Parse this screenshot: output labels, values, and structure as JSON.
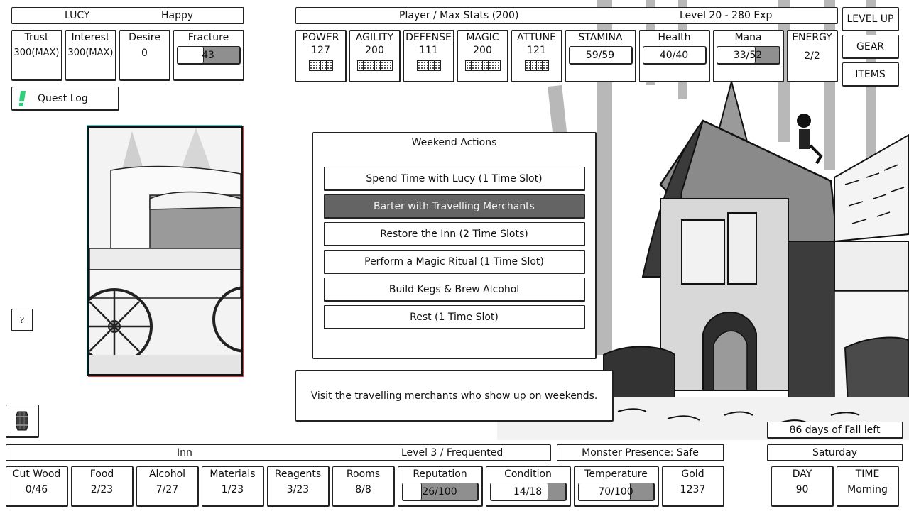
{
  "companion": {
    "name": "LUCY",
    "mood": "Happy",
    "stats": [
      {
        "label": "Trust",
        "value": "300(MAX)"
      },
      {
        "label": "Interest",
        "value": "300(MAX)"
      },
      {
        "label": "Desire",
        "value": "0"
      }
    ],
    "fracture": {
      "label": "Fracture",
      "value": "43",
      "percent": 43
    }
  },
  "quest_log": {
    "label": "Quest Log",
    "icon": "exclamation-icon",
    "icon_color": "#2ecf7a"
  },
  "help_button": {
    "label": "?"
  },
  "barrel_button": {
    "icon": "barrel-icon"
  },
  "player": {
    "header": "Player / Max Stats (200)",
    "level": "Level 20 - 280 Exp",
    "stats": [
      {
        "label": "POWER",
        "value": "127",
        "dice": 2
      },
      {
        "label": "AGILITY",
        "value": "200",
        "dice": 4
      },
      {
        "label": "DEFENSE",
        "value": "111",
        "dice": 2
      },
      {
        "label": "MAGIC",
        "value": "200",
        "dice": 4
      },
      {
        "label": "ATTUNE",
        "value": "121",
        "dice": 2
      }
    ],
    "stamina": {
      "label": "STAMINA",
      "value": "59/59",
      "percent": 100
    },
    "health": {
      "label": "Health",
      "value": "40/40",
      "percent": 100
    },
    "mana": {
      "label": "Mana",
      "value": "33/52",
      "percent": 63
    },
    "energy": {
      "label": "ENERGY",
      "value": "2/2"
    }
  },
  "side_menu": {
    "level_up": "LEVEL UP",
    "gear": "GEAR",
    "items": "ITEMS"
  },
  "weekend_actions": {
    "title": "Weekend Actions",
    "actions": [
      {
        "label": "Spend Time with Lucy (1 Time Slot)",
        "selected": false
      },
      {
        "label": "Barter with Travelling Merchants",
        "selected": true
      },
      {
        "label": "Restore the Inn (2 Time Slots)",
        "selected": false
      },
      {
        "label": "Perform a Magic Ritual (1 Time Slot)",
        "selected": false
      },
      {
        "label": "Build Kegs & Brew Alcohol",
        "selected": false
      },
      {
        "label": "Rest (1 Time Slot)",
        "selected": false
      }
    ],
    "description": "Visit the travelling merchants who show up on weekends."
  },
  "inn": {
    "title": "Inn",
    "level": "Level 3 / Frequented",
    "monster_presence": "Monster Presence: Safe",
    "resources": [
      {
        "label": "Cut Wood",
        "value": "0/46"
      },
      {
        "label": "Food",
        "value": "2/23"
      },
      {
        "label": "Alcohol",
        "value": "7/27"
      },
      {
        "label": "Materials",
        "value": "1/23"
      },
      {
        "label": "Reagents",
        "value": "3/23"
      },
      {
        "label": "Rooms",
        "value": "8/8"
      }
    ],
    "reputation": {
      "label": "Reputation",
      "value": "26/100",
      "percent": 26
    },
    "condition": {
      "label": "Condition",
      "value": "14/18",
      "percent": 78
    },
    "temperature": {
      "label": "Temperature",
      "value": "70/100",
      "percent": 70
    },
    "gold": {
      "label": "Gold",
      "value": "1237"
    }
  },
  "calendar": {
    "season_left": "86 days of Fall left",
    "weekday": "Saturday",
    "day": {
      "label": "DAY",
      "value": "90"
    },
    "time": {
      "label": "TIME",
      "value": "Morning"
    }
  },
  "colors": {
    "bar_empty": "#8f8f8f",
    "selected_button": "#646464",
    "quest_icon": "#2ecf7a"
  }
}
